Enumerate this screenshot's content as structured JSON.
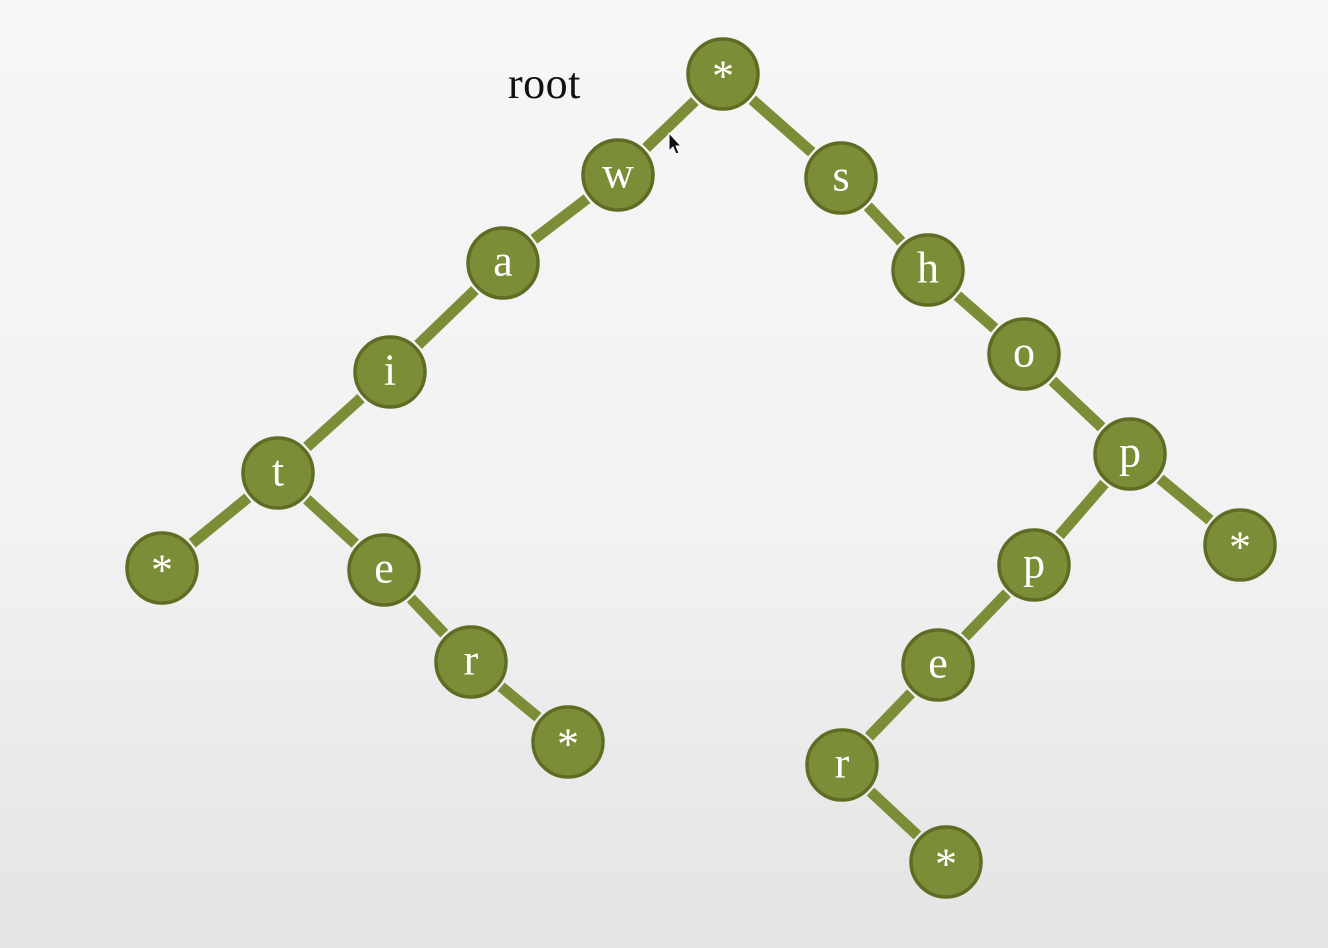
{
  "diagram": {
    "root_label": "root",
    "colors": {
      "node_fill": "#7b8d36",
      "node_stroke": "#5f6d24",
      "edge": "#7b8d36",
      "node_text": "#ffffff",
      "label_text": "#111111"
    },
    "nodes": [
      {
        "id": "root",
        "label": "*"
      },
      {
        "id": "w",
        "label": "w"
      },
      {
        "id": "a",
        "label": "a"
      },
      {
        "id": "i",
        "label": "i"
      },
      {
        "id": "t",
        "label": "t"
      },
      {
        "id": "t-end",
        "label": "*"
      },
      {
        "id": "e1",
        "label": "e"
      },
      {
        "id": "r1",
        "label": "r"
      },
      {
        "id": "r1-end",
        "label": "*"
      },
      {
        "id": "s",
        "label": "s"
      },
      {
        "id": "h",
        "label": "h"
      },
      {
        "id": "o",
        "label": "o"
      },
      {
        "id": "p1",
        "label": "p"
      },
      {
        "id": "p1-end",
        "label": "*"
      },
      {
        "id": "p2",
        "label": "p"
      },
      {
        "id": "e2",
        "label": "e"
      },
      {
        "id": "r2",
        "label": "r"
      },
      {
        "id": "r2-end",
        "label": "*"
      }
    ],
    "edges": [
      {
        "from": "root",
        "to": "w"
      },
      {
        "from": "w",
        "to": "a"
      },
      {
        "from": "a",
        "to": "i"
      },
      {
        "from": "i",
        "to": "t"
      },
      {
        "from": "t",
        "to": "t-end"
      },
      {
        "from": "t",
        "to": "e1"
      },
      {
        "from": "e1",
        "to": "r1"
      },
      {
        "from": "r1",
        "to": "r1-end"
      },
      {
        "from": "root",
        "to": "s"
      },
      {
        "from": "s",
        "to": "h"
      },
      {
        "from": "h",
        "to": "o"
      },
      {
        "from": "o",
        "to": "p1"
      },
      {
        "from": "p1",
        "to": "p1-end"
      },
      {
        "from": "p1",
        "to": "p2"
      },
      {
        "from": "p2",
        "to": "e2"
      },
      {
        "from": "e2",
        "to": "r2"
      },
      {
        "from": "r2",
        "to": "r2-end"
      }
    ]
  }
}
